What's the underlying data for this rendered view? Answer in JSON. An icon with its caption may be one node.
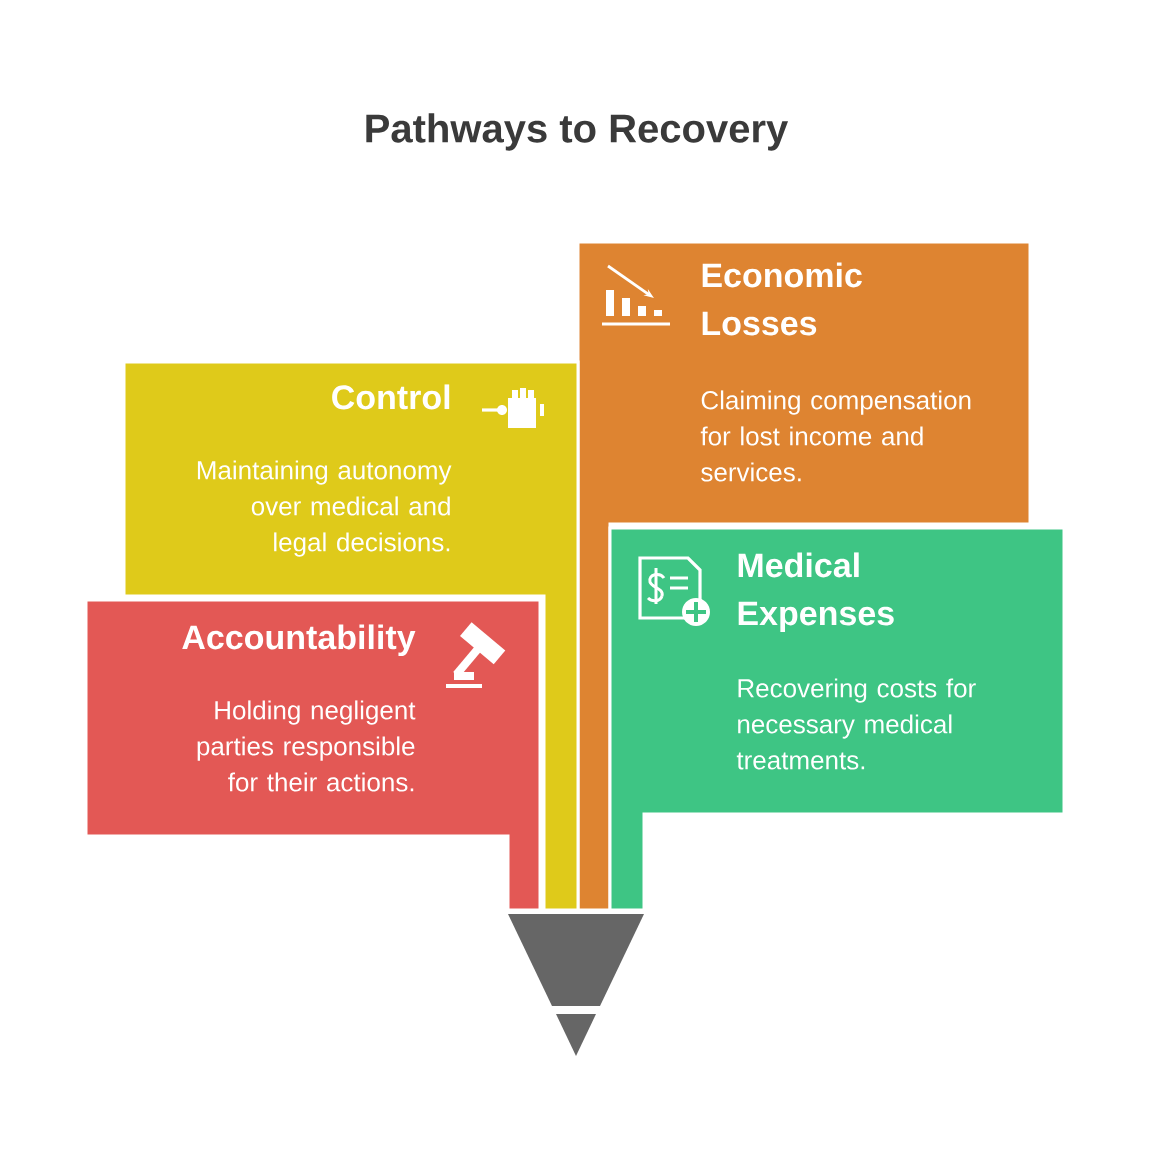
{
  "diagram": {
    "title": "Pathways to Recovery",
    "nodes": [
      {
        "text": [
          "Economic Losses",
          "Claiming compensation for lost income and services."
        ]
      },
      {
        "text": [
          "Control",
          "Maintaining autonomy over medical and legal decisions."
        ]
      },
      {
        "text": [
          "Medical Expenses",
          "Recovering costs for necessary medical treatments."
        ]
      },
      {
        "text": [
          "Accountability",
          "Holding negligent parties responsible for their actions."
        ]
      }
    ]
  }
}
